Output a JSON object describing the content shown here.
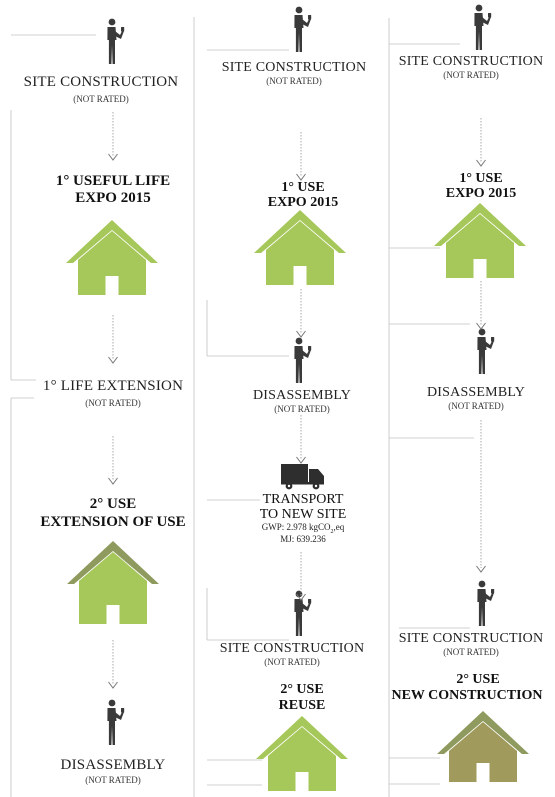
{
  "colors": {
    "house_light": "#a6c75a",
    "house_dark": "#8e9a5e",
    "house_door": "#ffffff",
    "person": "#3a3a3a",
    "truck": "#2e2e2e",
    "lines": "#bbbbbb"
  },
  "col1": {
    "site_construction": "SITE CONSTRUCTION",
    "site_construction_sub": "(NOT RATED)",
    "useful_life_1": "1° USEFUL LIFE",
    "useful_life_2": "EXPO 2015",
    "life_extension": "1° LIFE EXTENSION",
    "life_extension_sub": "(NOT RATED)",
    "use2_1": "2° USE",
    "use2_2": "EXTENSION OF USE",
    "disassembly": "DISASSEMBLY",
    "disassembly_sub": "(NOT RATED)"
  },
  "col2": {
    "site_construction": "SITE CONSTRUCTION",
    "site_construction_sub": "(NOT RATED)",
    "use1_1": "1° USE",
    "use1_2": "EXPO 2015",
    "disassembly": "DISASSEMBLY",
    "disassembly_sub": "(NOT RATED)",
    "transport_1": "TRANSPORT",
    "transport_2": "TO NEW SITE",
    "gwp": "GWP: 2.978 kgCO",
    "gwp_sub": "2",
    "gwp_unit": "eq",
    "mj": "MJ: 639.236",
    "site_construction_2": "SITE CONSTRUCTION",
    "site_construction_2_sub": "(NOT RATED)",
    "use2_1": "2° USE",
    "use2_2": "REUSE"
  },
  "col3": {
    "site_construction": "SITE CONSTRUCTION",
    "site_construction_sub": "(NOT RATED)",
    "use1_1": "1° USE",
    "use1_2": "EXPO 2015",
    "disassembly": "DISASSEMBLY",
    "disassembly_sub": "(NOT RATED)",
    "site_construction_2": "SITE CONSTRUCTION",
    "site_construction_2_sub": "(NOT RATED)",
    "use2_1": "2° USE",
    "use2_2": "NEW CONSTRUCTION"
  },
  "icons": {
    "person": "person-standing-icon",
    "house": "house-icon",
    "truck": "truck-icon"
  }
}
